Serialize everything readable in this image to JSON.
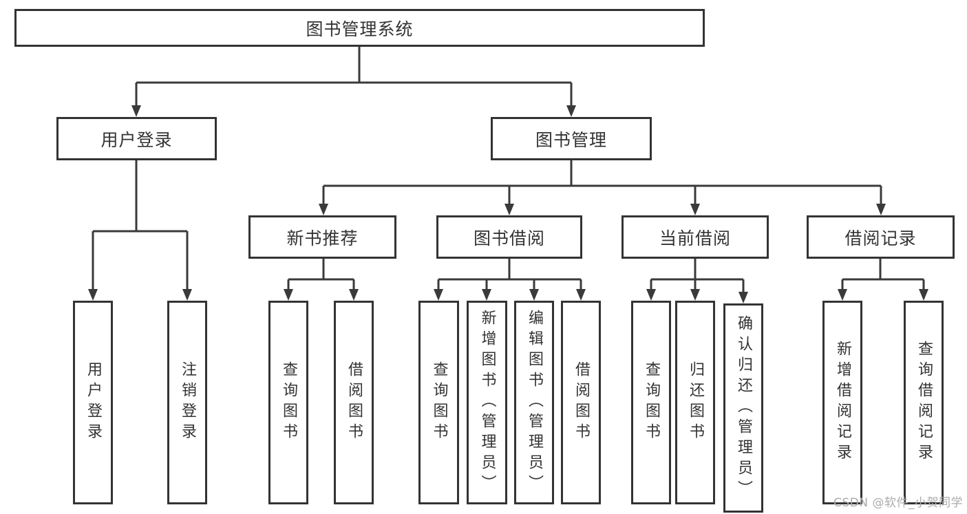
{
  "colors": {
    "line": "#3a3a3a",
    "box_border": "#333333",
    "text": "#333333",
    "background": "#ffffff",
    "watermark": "#ababab"
  },
  "watermark": "CSDN @软件_小贺同学",
  "tree": {
    "label": "图书管理系统",
    "children": [
      {
        "label": "用户登录",
        "children": [
          {
            "label": "用户登录"
          },
          {
            "label": "注销登录"
          }
        ]
      },
      {
        "label": "图书管理",
        "children": [
          {
            "label": "新书推荐",
            "children": [
              {
                "label": "查询图书"
              },
              {
                "label": "借阅图书"
              }
            ]
          },
          {
            "label": "图书借阅",
            "children": [
              {
                "label": "查询图书"
              },
              {
                "label": "新增图书（管理员）"
              },
              {
                "label": "编辑图书（管理员）"
              },
              {
                "label": "借阅图书"
              }
            ]
          },
          {
            "label": "当前借阅",
            "children": [
              {
                "label": "查询图书"
              },
              {
                "label": "归还图书"
              },
              {
                "label": "确认归还（管理员）"
              }
            ]
          },
          {
            "label": "借阅记录",
            "children": [
              {
                "label": "新增借阅记录"
              },
              {
                "label": "查询借阅记录"
              }
            ]
          }
        ]
      }
    ]
  }
}
